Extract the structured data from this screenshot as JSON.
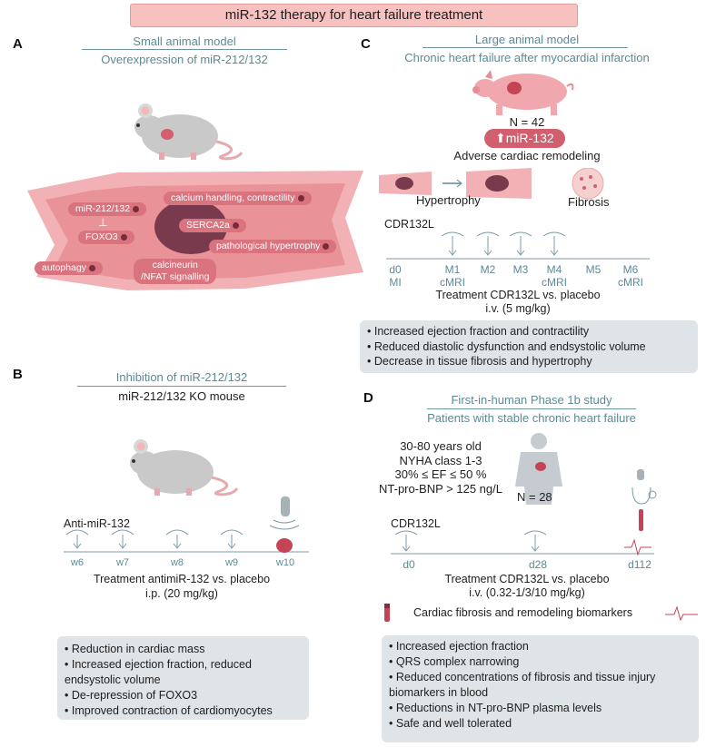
{
  "title": "miR-132 therapy for heart failure treatment",
  "colors": {
    "pink_box": "#f7c1c0",
    "rose": "#d9737e",
    "teal": "#5b8a96",
    "grey_box": "#dfe4e8"
  },
  "panel_a": {
    "letter": "A",
    "heading": "Small animal model",
    "subheading": "Overexpression of miR-212/132",
    "labels": {
      "mir": "miR-212/132",
      "foxo3": "FOXO3",
      "autophagy": "autophagy",
      "calcium": "calcium handling, contractility",
      "serca": "SERCA2a",
      "hypertrophy": "pathological hypertrophy",
      "calcineurin_1": "calcineurin",
      "calcineurin_2": "/NFAT signalling"
    }
  },
  "panel_b": {
    "letter": "B",
    "heading": "Inhibition of miR-212/132",
    "subheading": "miR-212/132 KO mouse",
    "drug": "Anti-miR-132",
    "timepoints": [
      "w6",
      "w7",
      "w8",
      "w9",
      "w10"
    ],
    "treatment_1": "Treatment antimiR-132 vs. placebo",
    "treatment_2": "i.p. (20 mg/kg)",
    "results": [
      "Reduction in cardiac mass",
      "Increased ejection fraction, reduced endsystolic volume",
      "De-repression of FOXO3",
      "Improved contraction of cardiomyocytes"
    ]
  },
  "panel_c": {
    "letter": "C",
    "heading": "Large animal model",
    "subheading": "Chronic heart failure after myocardial infarction",
    "n": "N = 42",
    "mir": "miR-132",
    "remodeling": "Adverse cardiac remodeling",
    "hypertrophy": "Hypertrophy",
    "fibrosis": "Fibrosis",
    "drug": "CDR132L",
    "timepoints": [
      "d0",
      "M1",
      "M2",
      "M3",
      "M4",
      "M5",
      "M6"
    ],
    "sub_timepoints": [
      "MI",
      "cMRI",
      "",
      "",
      "cMRI",
      "",
      "cMRI"
    ],
    "treatment_1": "Treatment CDR132L vs. placebo",
    "treatment_2": "i.v. (5 mg/kg)",
    "results": [
      "Increased ejection fraction and contractility",
      "Reduced diastolic dysfunction and endsystolic volume",
      "Decrease in tissue fibrosis and hypertrophy"
    ]
  },
  "panel_d": {
    "letter": "D",
    "heading": "First-in-human Phase 1b study",
    "subheading": "Patients with stable chronic heart failure",
    "criteria": [
      "30-80 years old",
      "NYHA class 1-3",
      "30% ≤ EF ≤ 50 %",
      "NT-pro-BNP > 125 ng/L"
    ],
    "n": "N = 28",
    "drug": "CDR132L",
    "timepoints": [
      "d0",
      "d28",
      "d112"
    ],
    "treatment_1": "Treatment CDR132L vs. placebo",
    "treatment_2": "i.v. (0.32-1/3/10 mg/kg)",
    "biomarkers": "Cardiac fibrosis and remodeling biomarkers",
    "results": [
      "Increased ejection fraction",
      "QRS complex narrowing",
      "Reduced concentrations of fibrosis and tissue injury biomarkers in blood",
      "Reductions in NT-pro-BNP plasma levels",
      "Safe and well tolerated"
    ]
  }
}
